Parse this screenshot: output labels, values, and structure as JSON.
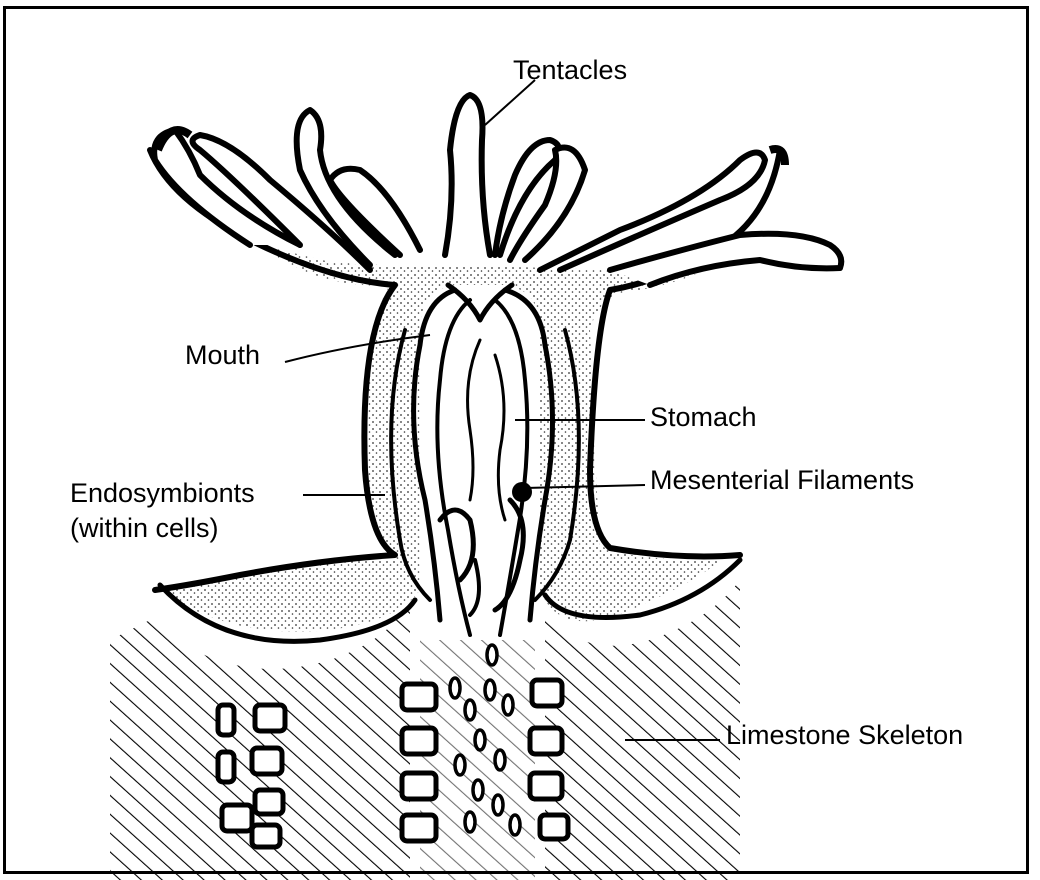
{
  "diagram": {
    "labels": {
      "tentacles": "Tentacles",
      "mouth": "Mouth",
      "stomach": "Stomach",
      "mesenterial_filaments": "Mesenterial Filaments",
      "endosymbionts_line1": "Endosymbionts",
      "endosymbionts_line2": "(within cells)",
      "limestone_skeleton": "Limestone Skeleton"
    },
    "colors": {
      "ink": "#000000",
      "background": "#ffffff",
      "stipple": "#333333"
    }
  }
}
